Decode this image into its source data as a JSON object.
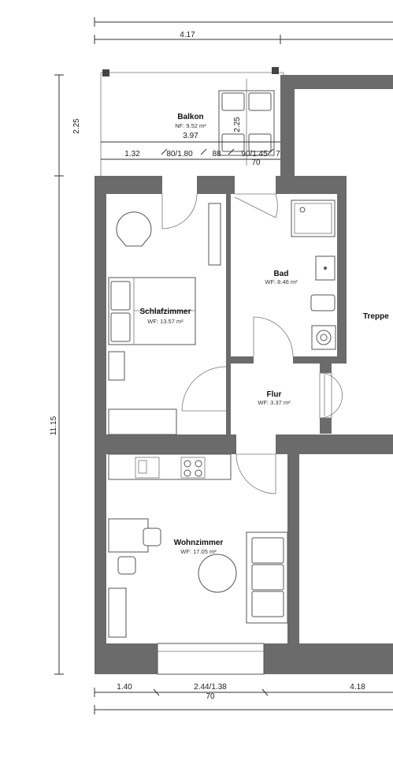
{
  "dimensions": {
    "top_width": "4.17",
    "balcony_depth": "2.25",
    "balcony_width": "3.97",
    "balcony_segments": [
      "1.32",
      "80/1.80",
      "88",
      "90/1.45",
      "7",
      "70"
    ],
    "left_height": "11.15",
    "bottom_segments": [
      "1.40",
      "2.44/1.38",
      "70",
      "4.18"
    ]
  },
  "rooms": {
    "balkon": {
      "name": "Balkon",
      "area": "NF: 9.52 m²"
    },
    "schlafzimmer": {
      "name": "Schlafzimmer",
      "area": "WF: 13.57 m²"
    },
    "bad": {
      "name": "Bad",
      "area": "WF: 8.46 m²"
    },
    "flur": {
      "name": "Flur",
      "area": "WF: 3.37 m²"
    },
    "wohnzimmer": {
      "name": "Wohnzimmer",
      "area": "WF: 17.05 m²"
    },
    "treppe": {
      "name": "Treppe"
    }
  },
  "colors": {
    "wall": "#6b6b6b",
    "line": "#333333"
  }
}
